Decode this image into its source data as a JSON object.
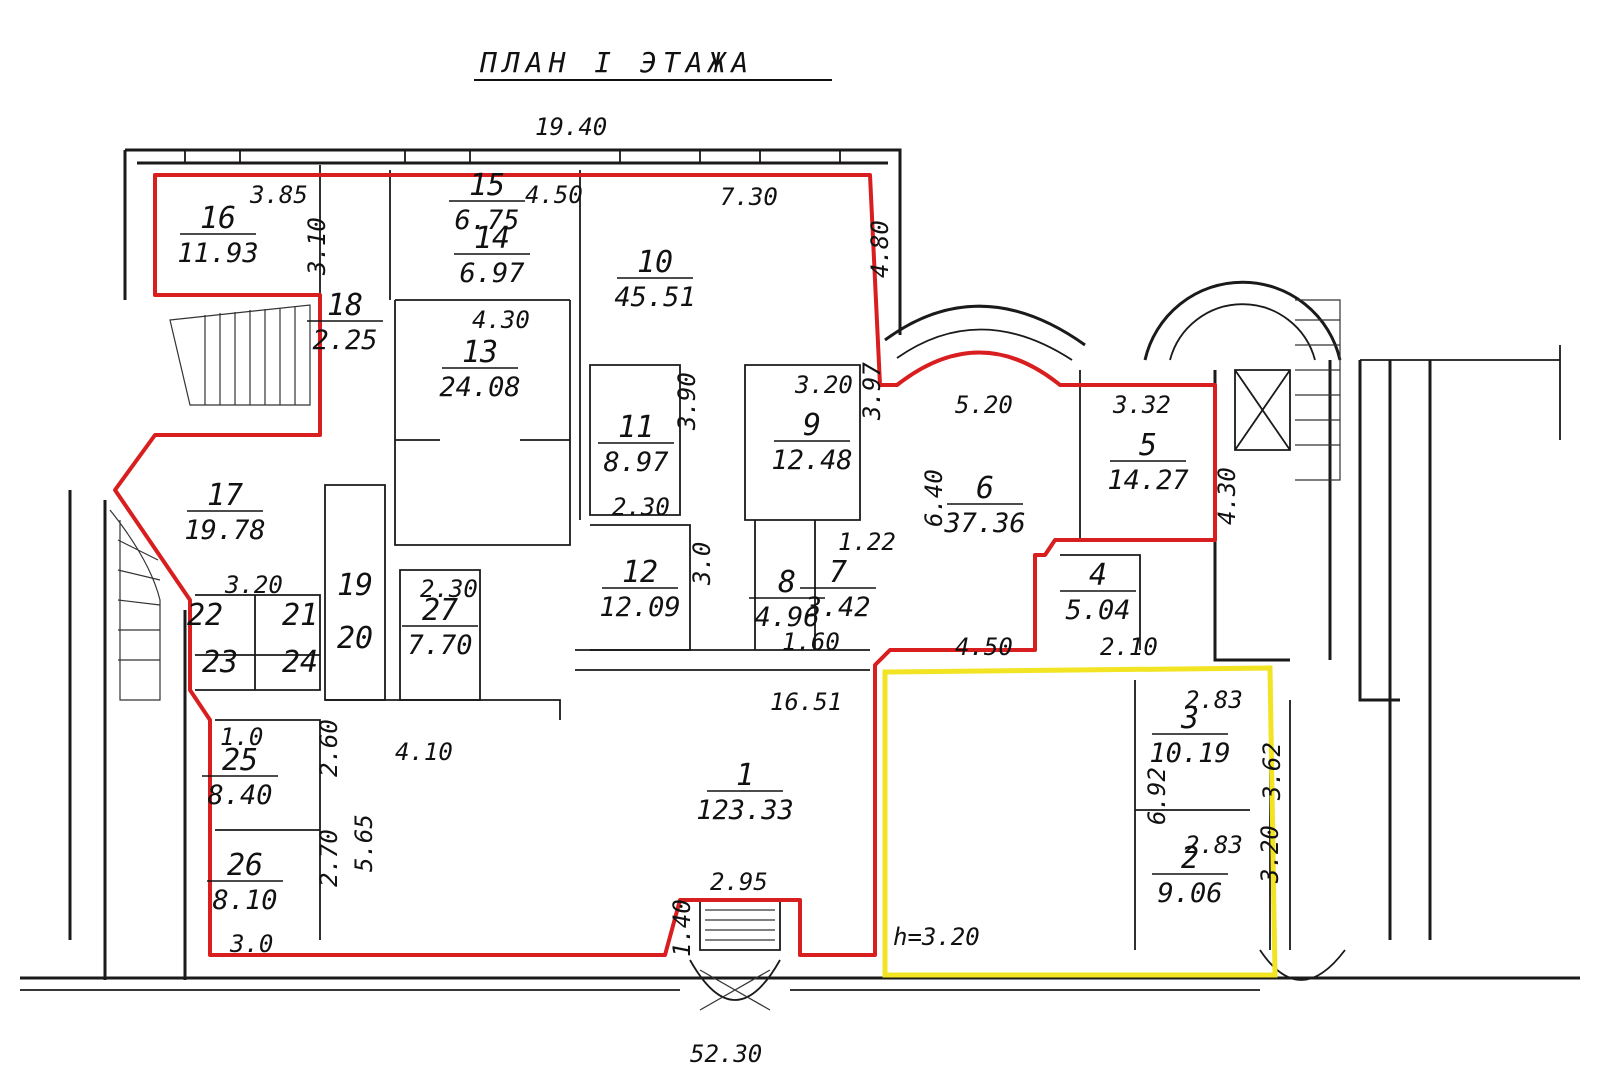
{
  "title": "ПЛАН I ЭТАЖА",
  "dimensions": {
    "top_width": "19.40",
    "bottom_code": "52.30",
    "corridor_length": "16.51",
    "wall_4_10": "4.10",
    "height_1_40": "1.40",
    "entry_2_95": "2.95",
    "height_5_65": "5.65",
    "height_6_40": "6.40",
    "height_6_92": "6.92",
    "width_4_50": "4.50",
    "width_5_20": "5.20",
    "width_3_32": "3.32",
    "width_7_30": "7.30",
    "height_4_80": "4.80",
    "height_4_30": "4.30",
    "width_3_85": "3.85",
    "height_3_10": "3.10",
    "width_4_50_top": "4.50",
    "width_4_30": "4.30",
    "height_3_90": "3.90",
    "width_2_30": "2.30",
    "width_3_20_r9": "3.20",
    "height_3_97": "3.97",
    "height_3_0": "3.0",
    "width_1_60": "1.60",
    "width_1_22": "1.22",
    "width_2_10": "2.10",
    "width_2_83": "2.83",
    "height_3_62": "3.62",
    "width_2_83b": "2.83",
    "height_3_20b": "3.20",
    "ceiling_h": "h=3.20",
    "width_2_30b": "2.30",
    "width_3_20_r17": "3.20",
    "width_1_0": "1.0",
    "height_2_60": "2.60",
    "height_2_70": "2.70",
    "width_3_0": "3.0"
  },
  "rooms": [
    {
      "num": "1",
      "area": "123.33"
    },
    {
      "num": "2",
      "area": "9.06"
    },
    {
      "num": "3",
      "area": "10.19"
    },
    {
      "num": "4",
      "area": "5.04"
    },
    {
      "num": "5",
      "area": "14.27"
    },
    {
      "num": "6",
      "area": "37.36"
    },
    {
      "num": "7",
      "area": "3.42"
    },
    {
      "num": "8",
      "area": "4.96"
    },
    {
      "num": "9",
      "area": "12.48"
    },
    {
      "num": "10",
      "area": "45.51"
    },
    {
      "num": "11",
      "area": "8.97"
    },
    {
      "num": "12",
      "area": "12.09"
    },
    {
      "num": "13",
      "area": "24.08"
    },
    {
      "num": "14",
      "area": "6.97"
    },
    {
      "num": "15",
      "area": "6.75"
    },
    {
      "num": "16",
      "area": "11.93"
    },
    {
      "num": "17",
      "area": "19.78"
    },
    {
      "num": "18",
      "area": "2.25"
    },
    {
      "num": "19",
      "area": ""
    },
    {
      "num": "20",
      "area": ""
    },
    {
      "num": "21",
      "area": ""
    },
    {
      "num": "22",
      "area": ""
    },
    {
      "num": "23",
      "area": ""
    },
    {
      "num": "24",
      "area": ""
    },
    {
      "num": "25",
      "area": "8.40"
    },
    {
      "num": "26",
      "area": "8.10"
    },
    {
      "num": "27",
      "area": "7.70"
    }
  ],
  "colors": {
    "red_outline": "#d81e1e",
    "yellow_outline": "#f2e422",
    "ink": "#1a1a1a"
  }
}
